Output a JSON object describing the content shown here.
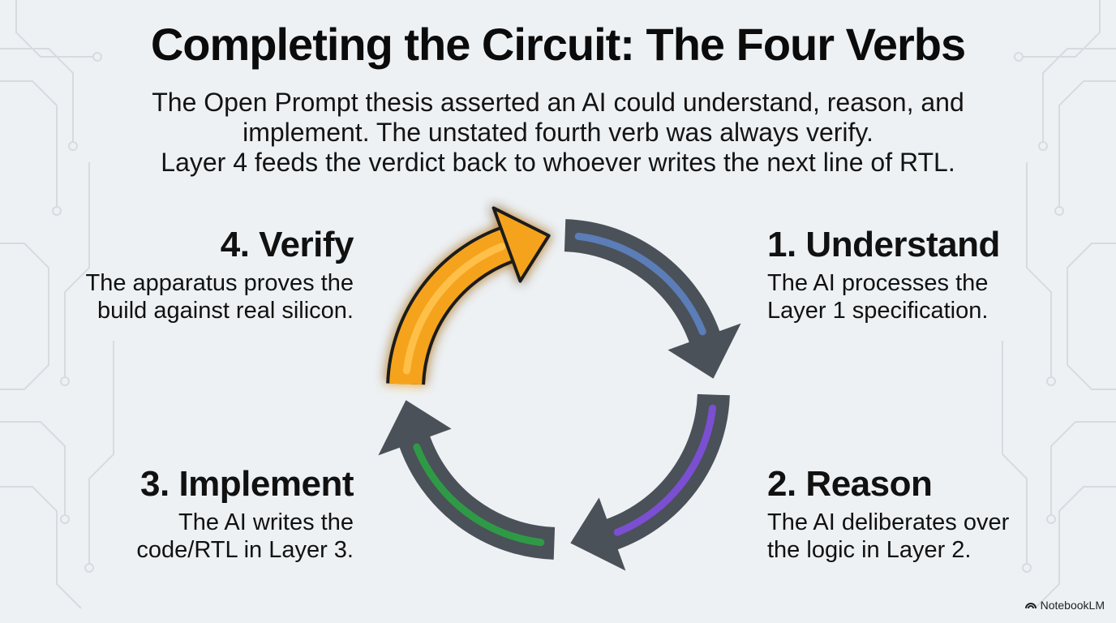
{
  "title": "Completing the Circuit: The Four Verbs",
  "subtitle": {
    "line1": "The Open Prompt thesis asserted an AI could understand, reason, and",
    "line2": "implement. The unstated fourth verb was always verify.",
    "line3": "Layer 4 feeds the verdict back to whoever writes the next line of RTL."
  },
  "steps": {
    "understand": {
      "heading": "1. Understand",
      "desc_line1": "The AI processes the",
      "desc_line2": "Layer 1 specification.",
      "color": "#5b7db8"
    },
    "reason": {
      "heading": "2. Reason",
      "desc_line1": "The AI deliberates over",
      "desc_line2": "the logic in Layer 2.",
      "color": "#7b4fd1"
    },
    "implement": {
      "heading": "3. Implement",
      "desc_line1": "The AI writes the",
      "desc_line2": "code/RTL in Layer 3.",
      "color": "#2f9a45"
    },
    "verify": {
      "heading": "4. Verify",
      "desc_line1": "The apparatus proves the",
      "desc_line2": "build against real silicon.",
      "color": "#f5a31a"
    }
  },
  "arrow_color": "#4a5159",
  "brand": {
    "label": "NotebookLM",
    "icon": "notebooklm-icon"
  }
}
